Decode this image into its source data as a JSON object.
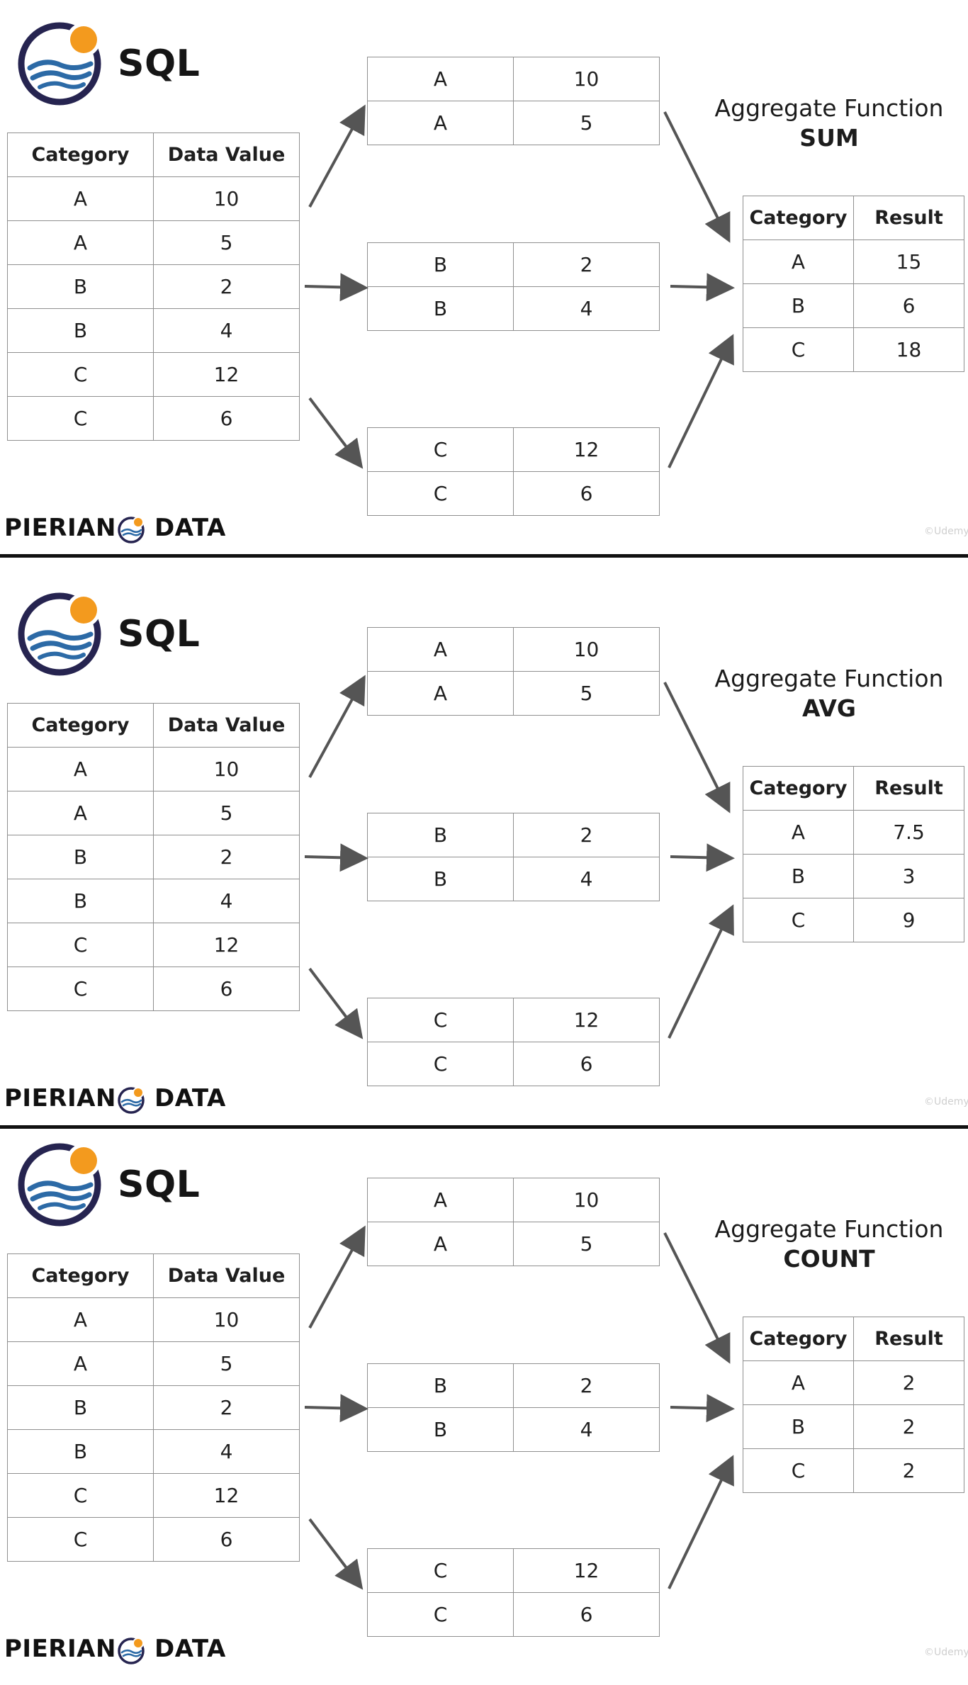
{
  "panels": [
    {
      "sql_label": "SQL",
      "source": {
        "headers": [
          "Category",
          "Data Value"
        ],
        "rows": [
          [
            "A",
            "10"
          ],
          [
            "A",
            "5"
          ],
          [
            "B",
            "2"
          ],
          [
            "B",
            "4"
          ],
          [
            "C",
            "12"
          ],
          [
            "C",
            "6"
          ]
        ]
      },
      "groups": [
        [
          [
            "A",
            "10"
          ],
          [
            "A",
            "5"
          ]
        ],
        [
          [
            "B",
            "2"
          ],
          [
            "B",
            "4"
          ]
        ],
        [
          [
            "C",
            "12"
          ],
          [
            "C",
            "6"
          ]
        ]
      ],
      "aggregate_label": "Aggregate Function",
      "aggregate_name": "SUM",
      "result": {
        "headers": [
          "Category",
          "Result"
        ],
        "rows": [
          [
            "A",
            "15"
          ],
          [
            "B",
            "6"
          ],
          [
            "C",
            "18"
          ]
        ]
      },
      "brand_left": "PIERIAN",
      "brand_right": "DATA",
      "watermark": "©Udemy"
    },
    {
      "sql_label": "SQL",
      "source": {
        "headers": [
          "Category",
          "Data Value"
        ],
        "rows": [
          [
            "A",
            "10"
          ],
          [
            "A",
            "5"
          ],
          [
            "B",
            "2"
          ],
          [
            "B",
            "4"
          ],
          [
            "C",
            "12"
          ],
          [
            "C",
            "6"
          ]
        ]
      },
      "groups": [
        [
          [
            "A",
            "10"
          ],
          [
            "A",
            "5"
          ]
        ],
        [
          [
            "B",
            "2"
          ],
          [
            "B",
            "4"
          ]
        ],
        [
          [
            "C",
            "12"
          ],
          [
            "C",
            "6"
          ]
        ]
      ],
      "aggregate_label": "Aggregate Function",
      "aggregate_name": "AVG",
      "result": {
        "headers": [
          "Category",
          "Result"
        ],
        "rows": [
          [
            "A",
            "7.5"
          ],
          [
            "B",
            "3"
          ],
          [
            "C",
            "9"
          ]
        ]
      },
      "brand_left": "PIERIAN",
      "brand_right": "DATA",
      "watermark": "©Udemy"
    },
    {
      "sql_label": "SQL",
      "source": {
        "headers": [
          "Category",
          "Data Value"
        ],
        "rows": [
          [
            "A",
            "10"
          ],
          [
            "A",
            "5"
          ],
          [
            "B",
            "2"
          ],
          [
            "B",
            "4"
          ],
          [
            "C",
            "12"
          ],
          [
            "C",
            "6"
          ]
        ]
      },
      "groups": [
        [
          [
            "A",
            "10"
          ],
          [
            "A",
            "5"
          ]
        ],
        [
          [
            "B",
            "2"
          ],
          [
            "B",
            "4"
          ]
        ],
        [
          [
            "C",
            "12"
          ],
          [
            "C",
            "6"
          ]
        ]
      ],
      "aggregate_label": "Aggregate Function",
      "aggregate_name": "COUNT",
      "result": {
        "headers": [
          "Category",
          "Result"
        ],
        "rows": [
          [
            "A",
            "2"
          ],
          [
            "B",
            "2"
          ],
          [
            "C",
            "2"
          ]
        ]
      },
      "brand_left": "PIERIAN",
      "brand_right": "DATA",
      "watermark": "©Udemy"
    }
  ],
  "colors": {
    "logo_ring": "#262450",
    "logo_sun": "#f39a1e",
    "logo_wave": "#2c6aa6",
    "arrow": "#555555"
  }
}
